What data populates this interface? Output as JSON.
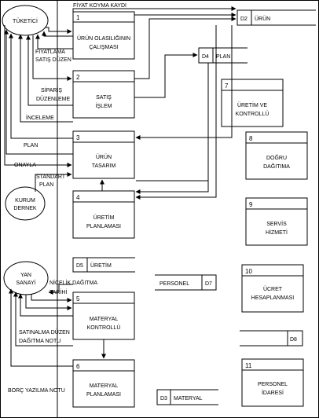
{
  "externals": [
    {
      "id": "tuketici",
      "lines": [
        "TÜKETİCİ"
      ]
    },
    {
      "id": "kurum",
      "lines": [
        "KURUM",
        "DERNEK"
      ]
    },
    {
      "id": "yan-sanayi",
      "lines": [
        "YAN",
        "SANAYİ"
      ]
    }
  ],
  "processes": [
    {
      "id": "p1",
      "num": "1",
      "lines": [
        "ÜRÜN OLASILIĞININ",
        "ÇALIŞMASI"
      ]
    },
    {
      "id": "p2",
      "num": "2",
      "lines": [
        "SATIŞ",
        "İŞLEM"
      ]
    },
    {
      "id": "p3",
      "num": "3",
      "lines": [
        "ÜRÜN",
        "TASARIM"
      ]
    },
    {
      "id": "p4",
      "num": "4",
      "lines": [
        "ÜRETİM",
        "PLANLAMASI"
      ]
    },
    {
      "id": "p5",
      "num": "5",
      "lines": [
        "MATERYAL",
        "KONTROLLÜ"
      ]
    },
    {
      "id": "p6",
      "num": "6",
      "lines": [
        "MATERYAL",
        "PLANLAMASI"
      ]
    },
    {
      "id": "p7",
      "num": "7",
      "lines": [
        "ÜRETİM VE",
        "KONTROLLÜ"
      ]
    },
    {
      "id": "p8",
      "num": "8",
      "lines": [
        "DOĞRU",
        "DAĞITIMA"
      ]
    },
    {
      "id": "p9",
      "num": "9",
      "lines": [
        "SERVİS",
        "HİZMETİ"
      ]
    },
    {
      "id": "p10",
      "num": "10",
      "lines": [
        "ÜCRET",
        "HESAPLANMASI"
      ]
    },
    {
      "id": "p11",
      "num": "11",
      "lines": [
        "PERSONEL",
        "İDARESİ"
      ]
    }
  ],
  "stores": [
    {
      "id": "d2",
      "code": "D2",
      "name": "ÜRÜN"
    },
    {
      "id": "d4",
      "code": "D4",
      "name": "PLAN"
    },
    {
      "id": "d5",
      "code": "D5",
      "name": "ÜRETİM"
    },
    {
      "id": "d7",
      "code": "D7",
      "name": "PERSONEL"
    },
    {
      "id": "d8",
      "code": "D8",
      "name": ""
    },
    {
      "id": "d3",
      "code": "D3",
      "name": "MATERYAL"
    }
  ],
  "flows": [
    {
      "id": "fiyat-koyma",
      "lines": [
        "FİYAT KOYMA KAYDI"
      ]
    },
    {
      "id": "fiyatlama",
      "lines": [
        "FİYATLAMA",
        "SATIŞ DÜZEN"
      ]
    },
    {
      "id": "siparis",
      "lines": [
        "SİPARİŞ",
        "DÜZENLEME"
      ]
    },
    {
      "id": "inceleme",
      "lines": [
        "İNCELEME"
      ]
    },
    {
      "id": "plan",
      "lines": [
        "PLAN"
      ]
    },
    {
      "id": "onay",
      "lines": [
        "ONAYLA"
      ]
    },
    {
      "id": "standart",
      "lines": [
        "STANDART",
        "PLAN"
      ]
    },
    {
      "id": "nicelik",
      "lines": [
        "NİCELİK DAĞITMA",
        "TARİHİ"
      ]
    },
    {
      "id": "satinalma",
      "lines": [
        "SATINALMA DÜZEN",
        "DAĞITMA NOTU"
      ]
    },
    {
      "id": "borc",
      "lines": [
        "BORÇ YAZILMA NOTU"
      ]
    }
  ]
}
